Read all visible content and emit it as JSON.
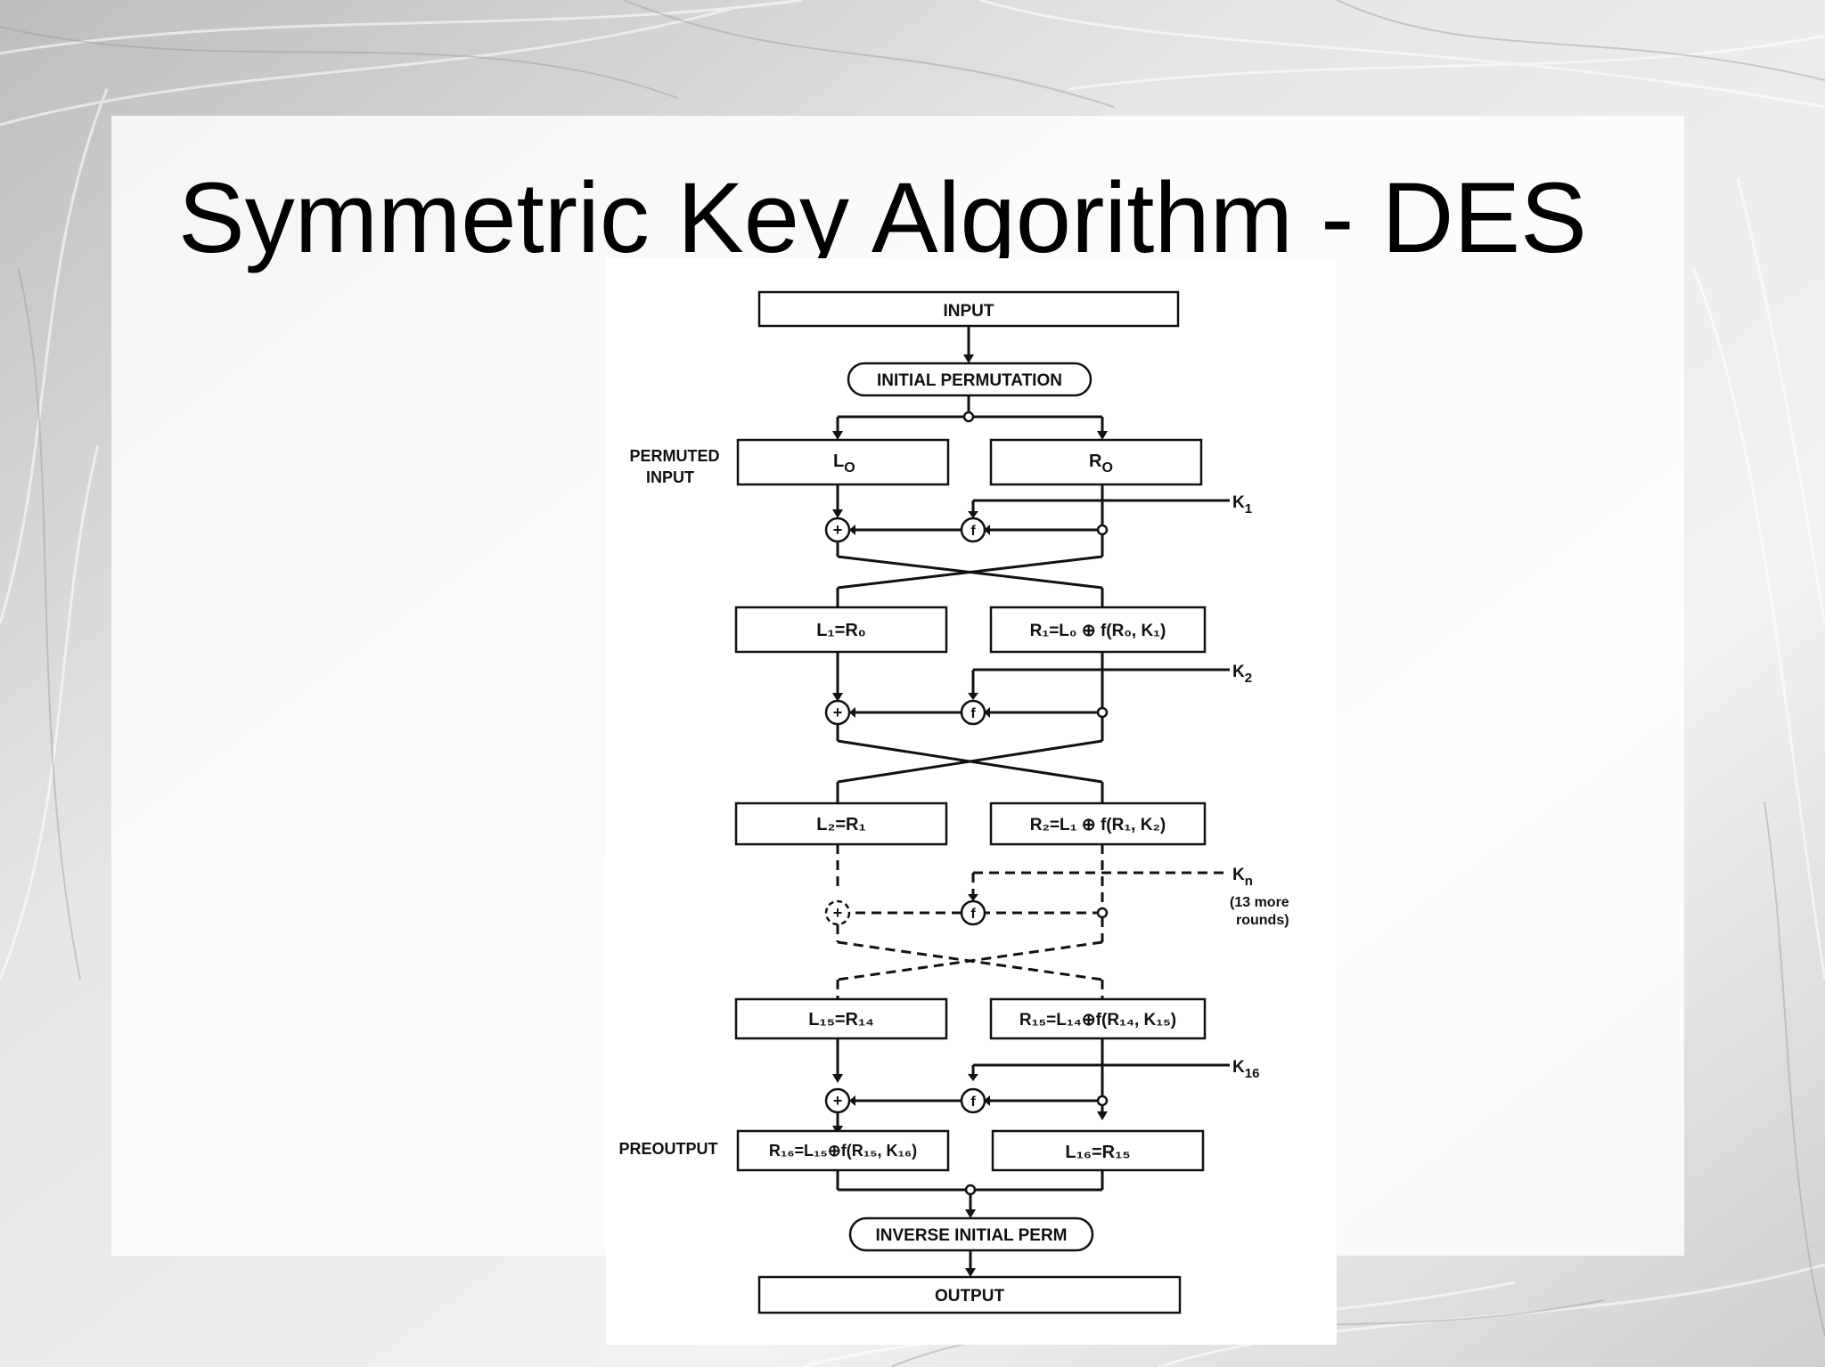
{
  "slide": {
    "title": "Symmetric Key Algorithm - DES"
  },
  "diagram": {
    "input_label": "INPUT",
    "initial_permutation_label": "INITIAL PERMUTATION",
    "permuted_input_line1": "PERMUTED",
    "permuted_input_line2": "INPUT",
    "l0": "L",
    "l0_sub": "O",
    "r0": "R",
    "r0_sub": "O",
    "k1": "K",
    "k1_sub": "1",
    "row1_left": "L₁=R₀",
    "row1_right": "R₁=L₀ ⊕ f(R₀, K₁)",
    "k2": "K",
    "k2_sub": "2",
    "row2_left": "L₂=R₁",
    "row2_right": "R₂=L₁ ⊕ f(R₁, K₂)",
    "kn": "K",
    "kn_sub": "n",
    "more_rounds_line1": "(13 more",
    "more_rounds_line2": "rounds)",
    "row15_left": "L₁₅=R₁₄",
    "row15_right": "R₁₅=L₁₄⊕f(R₁₄, K₁₅)",
    "k16": "K",
    "k16_sub": "16",
    "preoutput_label": "PREOUTPUT",
    "row16_left": "R₁₆=L₁₅⊕f(R₁₅, K₁₆)",
    "row16_right": "L₁₆=R₁₅",
    "inverse_perm_label": "INVERSE INITIAL PERM",
    "output_label": "OUTPUT",
    "xor_symbol": "+",
    "f_symbol": "f"
  }
}
